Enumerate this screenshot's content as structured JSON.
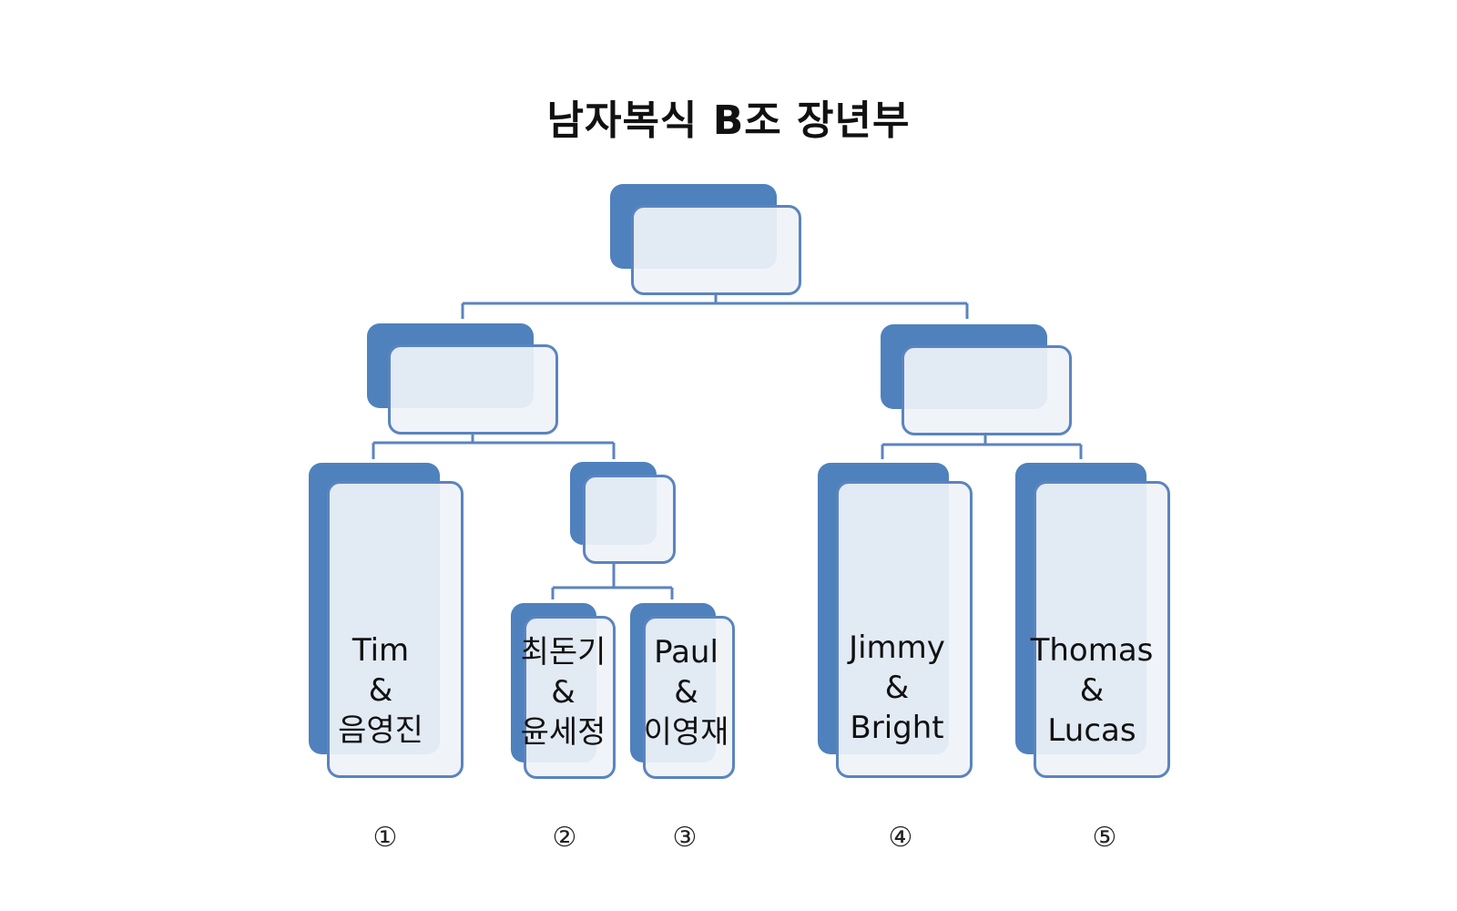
{
  "title": "남자복식 B조 장년부",
  "teams": [
    {
      "player1": "Tim",
      "joiner": "&",
      "player2": "음영진",
      "number": "①"
    },
    {
      "player1": "최돈기",
      "joiner": "&",
      "player2": "윤세정",
      "number": "②"
    },
    {
      "player1": "Paul",
      "joiner": "&",
      "player2": "이영재",
      "number": "③"
    },
    {
      "player1": "Jimmy",
      "joiner": "&",
      "player2": "Bright",
      "number": "④"
    },
    {
      "player1": "Thomas",
      "joiner": "&",
      "player2": "Lucas",
      "number": "⑤"
    }
  ],
  "colors": {
    "accent": "#4f81bd",
    "border": "#5b84bf",
    "box_fill": "#eff3f9"
  }
}
